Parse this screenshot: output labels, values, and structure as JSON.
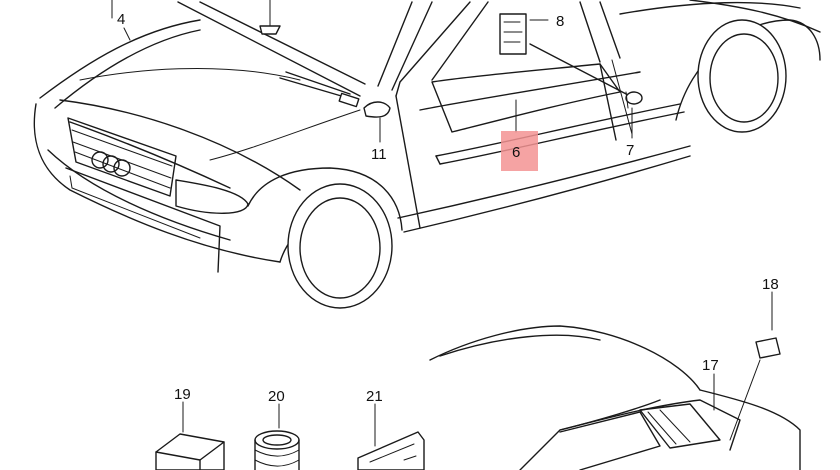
{
  "callouts": {
    "c4": "4",
    "c6": "6",
    "c7": "7",
    "c8": "8",
    "c11": "11",
    "c17": "17",
    "c18": "18",
    "c19": "19",
    "c20": "20",
    "c21": "21"
  },
  "highlight": {
    "target": "6",
    "color": "#f39393"
  }
}
